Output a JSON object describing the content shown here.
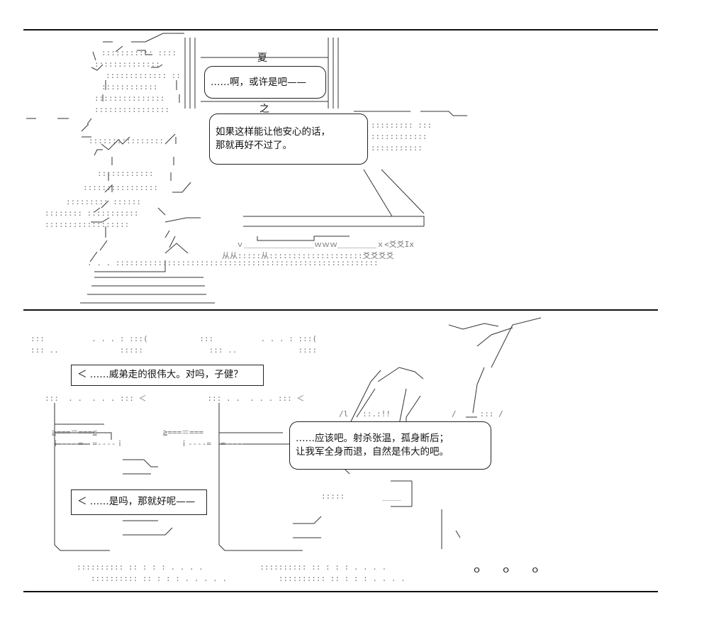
{
  "panel1": {
    "sign_top": "夏",
    "sign_bottom": "之",
    "bubble_a": "……啊，或许是吧——",
    "bubble_b_lines": [
      "如果这样能让他安心的话，",
      "那就再好不过了。"
    ]
  },
  "panel2": {
    "bubble_c": "＜ ……威弟走的很伟大。对吗，子健？",
    "bubble_d_lines": [
      "……应该吧。射杀张温，孤身断后；",
      "让我军全身而退，自然是伟大的吧。"
    ],
    "bubble_e": "＜ ……是吗，那就好呢——",
    "trailing_dots": "ｏ ｏ ｏ"
  }
}
